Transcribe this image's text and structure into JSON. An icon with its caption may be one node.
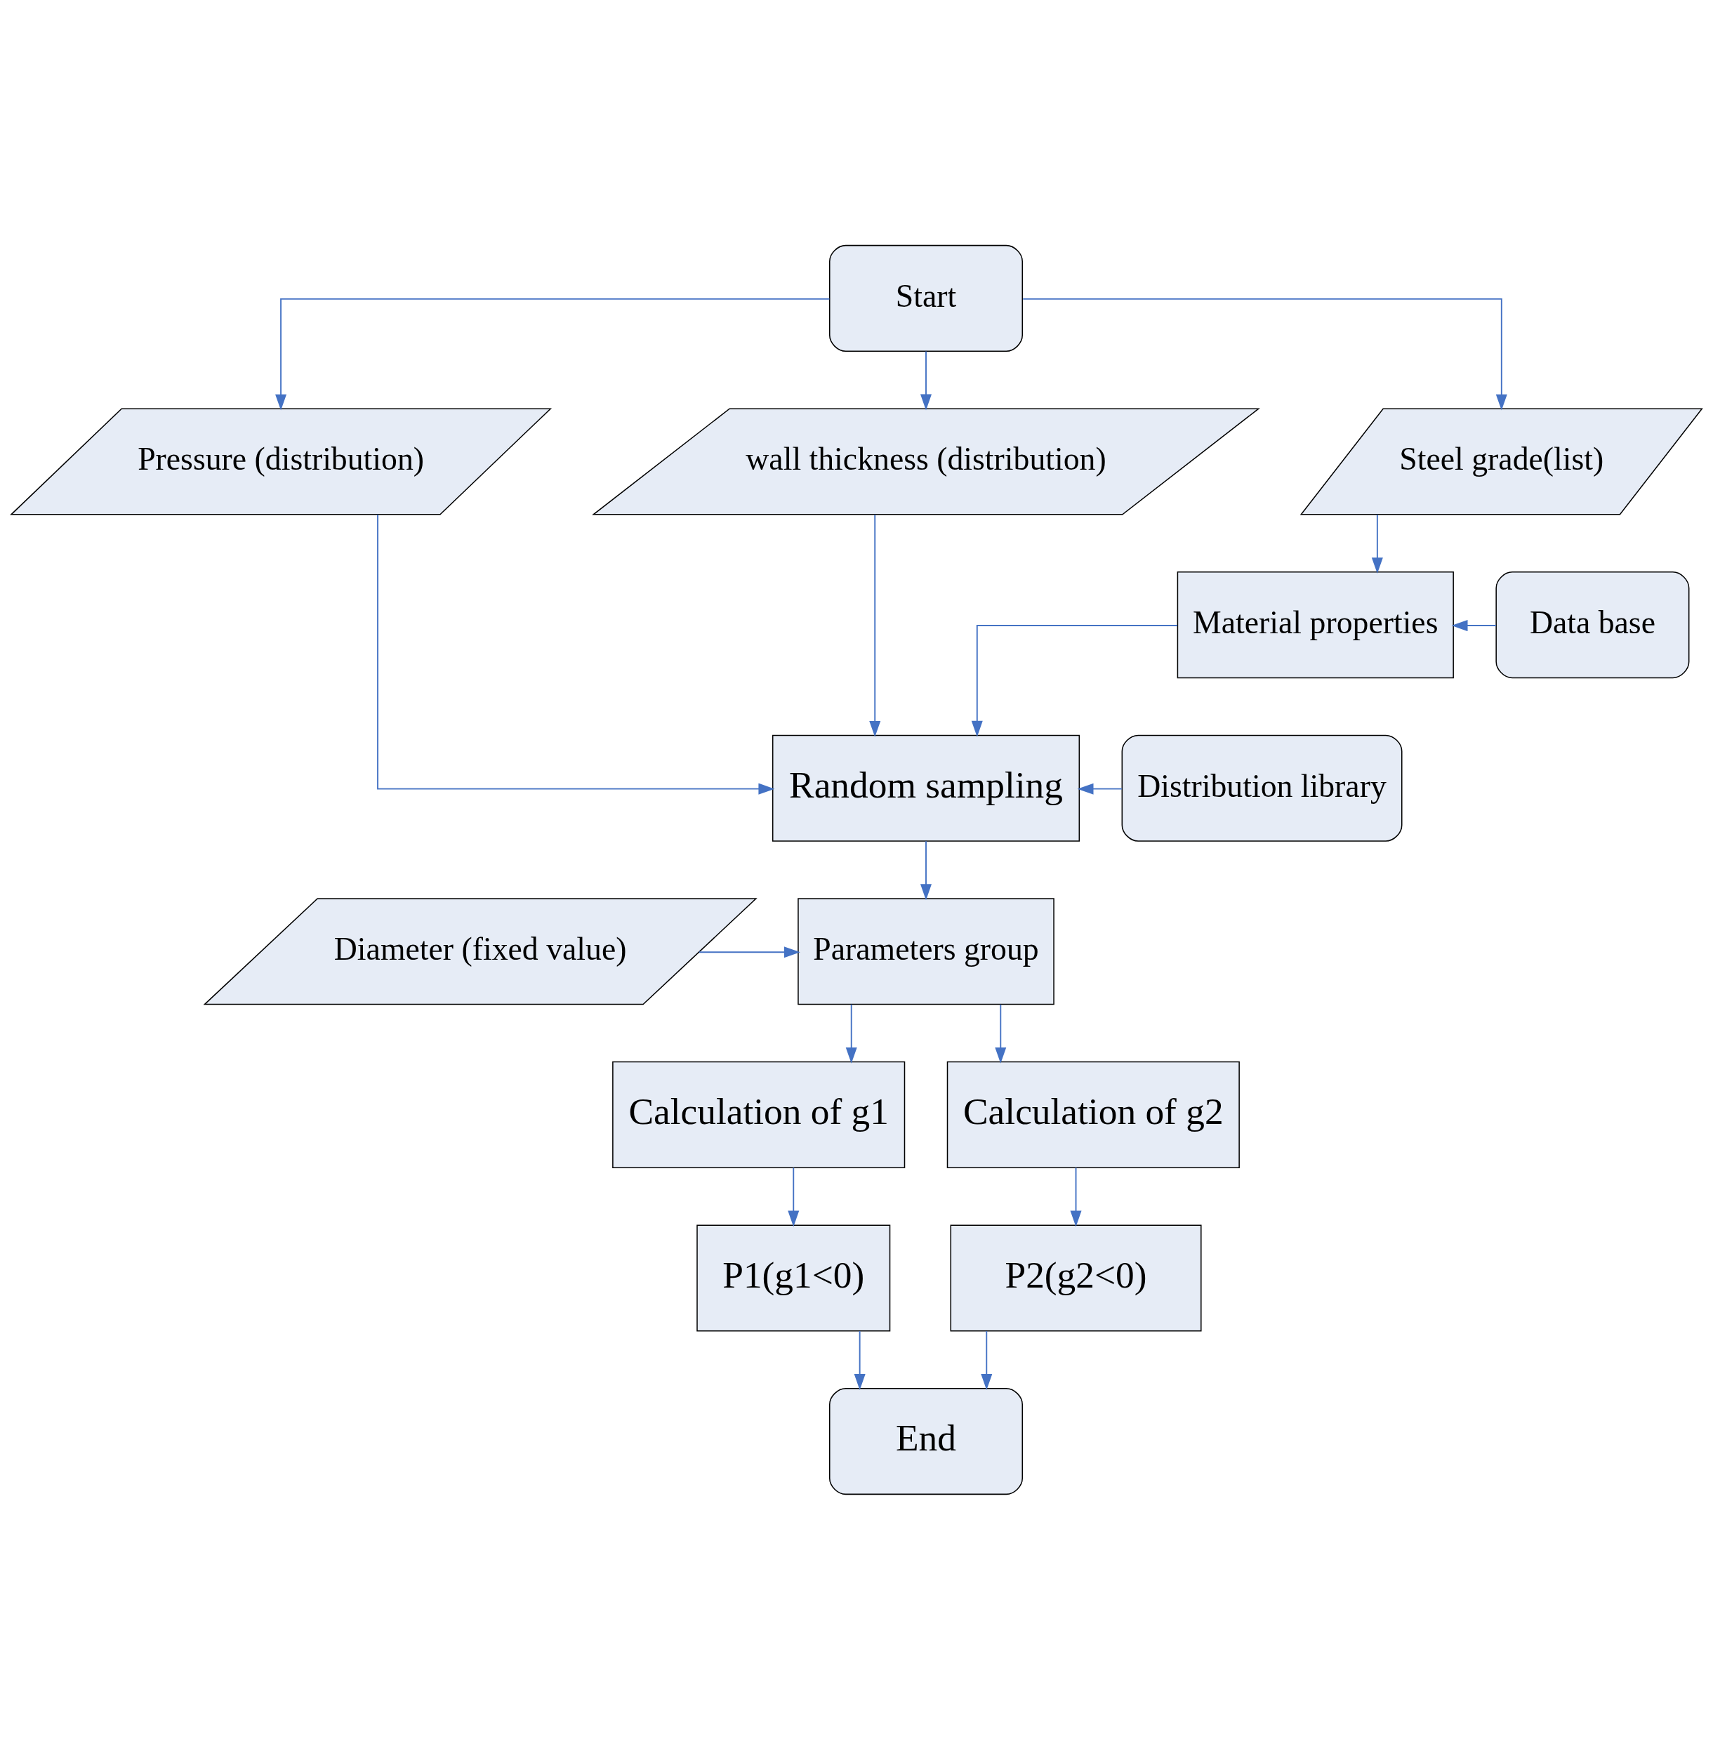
{
  "diagram": {
    "nodes": [
      {
        "text": [
          "Start"
        ]
      },
      {
        "text": [
          "Pressure (distribution)"
        ]
      },
      {
        "text": [
          "wall thickness (distribution)"
        ]
      },
      {
        "text": [
          "Steel grade(list)"
        ]
      },
      {
        "text": [
          "Material properties"
        ]
      },
      {
        "text": [
          "Data base"
        ]
      },
      {
        "text": [
          "Random sampling"
        ]
      },
      {
        "text": [
          "Distribution library"
        ]
      },
      {
        "text": [
          "Diameter (fixed value)"
        ]
      },
      {
        "text": [
          "Parameters group"
        ]
      },
      {
        "text": [
          "Calculation of g1"
        ]
      },
      {
        "text": [
          "Calculation of g2"
        ]
      },
      {
        "text": [
          "P1(g1<0)"
        ]
      },
      {
        "text": [
          "P2(g2<0)"
        ]
      },
      {
        "text": [
          "End"
        ]
      }
    ],
    "edges": [
      {
        "from": 0,
        "to": 1,
        "arrow": "to"
      },
      {
        "from": 0,
        "to": 2,
        "arrow": "to"
      },
      {
        "from": 0,
        "to": 3,
        "arrow": "to"
      },
      {
        "from": 3,
        "to": 4,
        "arrow": "to"
      },
      {
        "from": 5,
        "to": 4,
        "arrow": "to"
      },
      {
        "from": 1,
        "to": 6,
        "arrow": "to"
      },
      {
        "from": 2,
        "to": 6,
        "arrow": "to"
      },
      {
        "from": 4,
        "to": 6,
        "arrow": "to"
      },
      {
        "from": 7,
        "to": 6,
        "arrow": "to"
      },
      {
        "from": 6,
        "to": 9,
        "arrow": "to"
      },
      {
        "from": 8,
        "to": 9,
        "arrow": "to"
      },
      {
        "from": 9,
        "to": 10,
        "arrow": "to"
      },
      {
        "from": 9,
        "to": 11,
        "arrow": "to"
      },
      {
        "from": 10,
        "to": 12,
        "arrow": "to"
      },
      {
        "from": 11,
        "to": 13,
        "arrow": "to"
      },
      {
        "from": 12,
        "to": 14,
        "arrow": "to"
      },
      {
        "from": 13,
        "to": 14,
        "arrow": "to"
      }
    ]
  }
}
